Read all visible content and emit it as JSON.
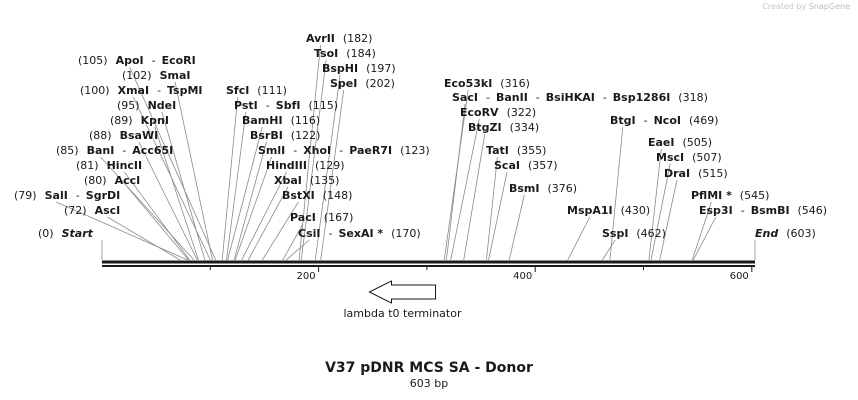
{
  "credit": {
    "prefix": "Created by",
    "brand": "SnapGene"
  },
  "map": {
    "title": "V37 pDNR MCS SA - Donor",
    "length_label": "603 bp",
    "total_bp": 603,
    "axis_ticks": [
      "200",
      "400",
      "600"
    ],
    "feature": {
      "name": "lambda t0 terminator",
      "start": 247,
      "end": 308,
      "direction": "reverse"
    },
    "site_labels": [
      {
        "parts": [
          {
            "t": "(105)",
            "k": "p"
          },
          {
            "t": "ApoI",
            "k": "n"
          },
          {
            "t": "-",
            "k": "s"
          },
          {
            "t": "EcoRI",
            "k": "n"
          }
        ],
        "sites": [
          105,
          105
        ]
      },
      {
        "parts": [
          {
            "t": "(102)",
            "k": "p"
          },
          {
            "t": "SmaI",
            "k": "n"
          }
        ],
        "sites": [
          102
        ]
      },
      {
        "parts": [
          {
            "t": "(100)",
            "k": "p"
          },
          {
            "t": "XmaI",
            "k": "n"
          },
          {
            "t": "-",
            "k": "s"
          },
          {
            "t": "TspMI",
            "k": "n"
          }
        ],
        "sites": [
          100,
          100
        ]
      },
      {
        "parts": [
          {
            "t": "(95)",
            "k": "p"
          },
          {
            "t": "NdeI",
            "k": "n"
          }
        ],
        "sites": [
          95
        ]
      },
      {
        "parts": [
          {
            "t": "(89)",
            "k": "p"
          },
          {
            "t": "KpnI",
            "k": "n"
          }
        ],
        "sites": [
          89
        ]
      },
      {
        "parts": [
          {
            "t": "(88)",
            "k": "p"
          },
          {
            "t": "BsaWI",
            "k": "n"
          }
        ],
        "sites": [
          88
        ]
      },
      {
        "parts": [
          {
            "t": "(85)",
            "k": "p"
          },
          {
            "t": "BanI",
            "k": "n"
          },
          {
            "t": "-",
            "k": "s"
          },
          {
            "t": "Acc65I",
            "k": "n"
          }
        ],
        "sites": [
          85,
          85
        ]
      },
      {
        "parts": [
          {
            "t": "(81)",
            "k": "p"
          },
          {
            "t": "HincII",
            "k": "n"
          }
        ],
        "sites": [
          81
        ]
      },
      {
        "parts": [
          {
            "t": "(80)",
            "k": "p"
          },
          {
            "t": "AccI",
            "k": "n"
          }
        ],
        "sites": [
          80
        ]
      },
      {
        "parts": [
          {
            "t": "(79)",
            "k": "p"
          },
          {
            "t": "SalI",
            "k": "n"
          },
          {
            "t": "-",
            "k": "s"
          },
          {
            "t": "SgrDI",
            "k": "n"
          }
        ],
        "sites": [
          79,
          79
        ]
      },
      {
        "parts": [
          {
            "t": "(72)",
            "k": "p"
          },
          {
            "t": "AscI",
            "k": "n"
          }
        ],
        "sites": [
          72
        ]
      },
      {
        "parts": [
          {
            "t": "(0)",
            "k": "p"
          },
          {
            "t": "Start",
            "k": "e"
          }
        ],
        "sites": [
          0
        ]
      },
      {
        "parts": [
          {
            "t": "AvrII",
            "k": "n"
          },
          {
            "t": "(182)",
            "k": "p"
          }
        ],
        "sites": [
          182
        ]
      },
      {
        "parts": [
          {
            "t": "TsoI",
            "k": "n"
          },
          {
            "t": "(184)",
            "k": "p"
          }
        ],
        "sites": [
          184
        ]
      },
      {
        "parts": [
          {
            "t": "BspHI",
            "k": "n"
          },
          {
            "t": "(197)",
            "k": "p"
          }
        ],
        "sites": [
          197
        ]
      },
      {
        "parts": [
          {
            "t": "SpeI",
            "k": "n"
          },
          {
            "t": "(202)",
            "k": "p"
          }
        ],
        "sites": [
          202
        ]
      },
      {
        "parts": [
          {
            "t": "SfcI",
            "k": "n"
          },
          {
            "t": "(111)",
            "k": "p"
          }
        ],
        "sites": [
          111
        ]
      },
      {
        "parts": [
          {
            "t": "PstI",
            "k": "n"
          },
          {
            "t": "-",
            "k": "s"
          },
          {
            "t": "SbfI",
            "k": "n"
          },
          {
            "t": "(115)",
            "k": "p"
          }
        ],
        "sites": [
          115,
          115
        ]
      },
      {
        "parts": [
          {
            "t": "BamHI",
            "k": "n"
          },
          {
            "t": "(116)",
            "k": "p"
          }
        ],
        "sites": [
          116
        ]
      },
      {
        "parts": [
          {
            "t": "BsrBI",
            "k": "n"
          },
          {
            "t": "(122)",
            "k": "p"
          }
        ],
        "sites": [
          122
        ]
      },
      {
        "parts": [
          {
            "t": "SmlI",
            "k": "n"
          },
          {
            "t": "-",
            "k": "s"
          },
          {
            "t": "XhoI",
            "k": "n"
          },
          {
            "t": "-",
            "k": "s"
          },
          {
            "t": "PaeR7I",
            "k": "n"
          },
          {
            "t": "(123)",
            "k": "p"
          }
        ],
        "sites": [
          123,
          123,
          123
        ]
      },
      {
        "parts": [
          {
            "t": "HindIII",
            "k": "n"
          },
          {
            "t": "(129)",
            "k": "p"
          }
        ],
        "sites": [
          129
        ]
      },
      {
        "parts": [
          {
            "t": "XbaI",
            "k": "n"
          },
          {
            "t": "(135)",
            "k": "p"
          }
        ],
        "sites": [
          135
        ]
      },
      {
        "parts": [
          {
            "t": "BstXI",
            "k": "n"
          },
          {
            "t": "(148)",
            "k": "p"
          }
        ],
        "sites": [
          148
        ]
      },
      {
        "parts": [
          {
            "t": "PacI",
            "k": "n"
          },
          {
            "t": "(167)",
            "k": "p"
          }
        ],
        "sites": [
          167
        ]
      },
      {
        "parts": [
          {
            "t": "CsiI",
            "k": "n"
          },
          {
            "t": "-",
            "k": "s"
          },
          {
            "t": "SexAI *",
            "k": "n"
          },
          {
            "t": "(170)",
            "k": "p"
          }
        ],
        "sites": [
          170,
          170
        ]
      },
      {
        "parts": [
          {
            "t": "Eco53kI",
            "k": "n"
          },
          {
            "t": "(316)",
            "k": "p"
          }
        ],
        "sites": [
          316
        ]
      },
      {
        "parts": [
          {
            "t": "SacI",
            "k": "n"
          },
          {
            "t": "-",
            "k": "s"
          },
          {
            "t": "BanII",
            "k": "n"
          },
          {
            "t": "-",
            "k": "s"
          },
          {
            "t": "BsiHKAI",
            "k": "n"
          },
          {
            "t": "-",
            "k": "s"
          },
          {
            "t": "Bsp1286I",
            "k": "n"
          },
          {
            "t": "(318)",
            "k": "p"
          }
        ],
        "sites": [
          318,
          318,
          318,
          318
        ]
      },
      {
        "parts": [
          {
            "t": "EcoRV",
            "k": "n"
          },
          {
            "t": "(322)",
            "k": "p"
          }
        ],
        "sites": [
          322
        ]
      },
      {
        "parts": [
          {
            "t": "BtgZI",
            "k": "n"
          },
          {
            "t": "(334)",
            "k": "p"
          }
        ],
        "sites": [
          334
        ]
      },
      {
        "parts": [
          {
            "t": "TatI",
            "k": "n"
          },
          {
            "t": "(355)",
            "k": "p"
          }
        ],
        "sites": [
          355
        ]
      },
      {
        "parts": [
          {
            "t": "ScaI",
            "k": "n"
          },
          {
            "t": "(357)",
            "k": "p"
          }
        ],
        "sites": [
          357
        ]
      },
      {
        "parts": [
          {
            "t": "BsmI",
            "k": "n"
          },
          {
            "t": "(376)",
            "k": "p"
          }
        ],
        "sites": [
          376
        ]
      },
      {
        "parts": [
          {
            "t": "MspA1I",
            "k": "n"
          },
          {
            "t": "(430)",
            "k": "p"
          }
        ],
        "sites": [
          430
        ]
      },
      {
        "parts": [
          {
            "t": "SspI",
            "k": "n"
          },
          {
            "t": "(462)",
            "k": "p"
          }
        ],
        "sites": [
          462
        ]
      },
      {
        "parts": [
          {
            "t": "BtgI",
            "k": "n"
          },
          {
            "t": "-",
            "k": "s"
          },
          {
            "t": "NcoI",
            "k": "n"
          },
          {
            "t": "(469)",
            "k": "p"
          }
        ],
        "sites": [
          469,
          469
        ]
      },
      {
        "parts": [
          {
            "t": "EaeI",
            "k": "n"
          },
          {
            "t": "(505)",
            "k": "p"
          }
        ],
        "sites": [
          505
        ]
      },
      {
        "parts": [
          {
            "t": "MscI",
            "k": "n"
          },
          {
            "t": "(507)",
            "k": "p"
          }
        ],
        "sites": [
          507
        ]
      },
      {
        "parts": [
          {
            "t": "DraI",
            "k": "n"
          },
          {
            "t": "(515)",
            "k": "p"
          }
        ],
        "sites": [
          515
        ]
      },
      {
        "parts": [
          {
            "t": "PflMI *",
            "k": "n"
          },
          {
            "t": "(545)",
            "k": "p"
          }
        ],
        "sites": [
          545
        ]
      },
      {
        "parts": [
          {
            "t": "Esp3I",
            "k": "n"
          },
          {
            "t": "-",
            "k": "s"
          },
          {
            "t": "BsmBI",
            "k": "n"
          },
          {
            "t": "(546)",
            "k": "p"
          }
        ],
        "sites": [
          546,
          546
        ]
      },
      {
        "parts": [
          {
            "t": "End",
            "k": "e"
          },
          {
            "t": "(603)",
            "k": "p"
          }
        ],
        "sites": [
          603
        ]
      }
    ]
  }
}
